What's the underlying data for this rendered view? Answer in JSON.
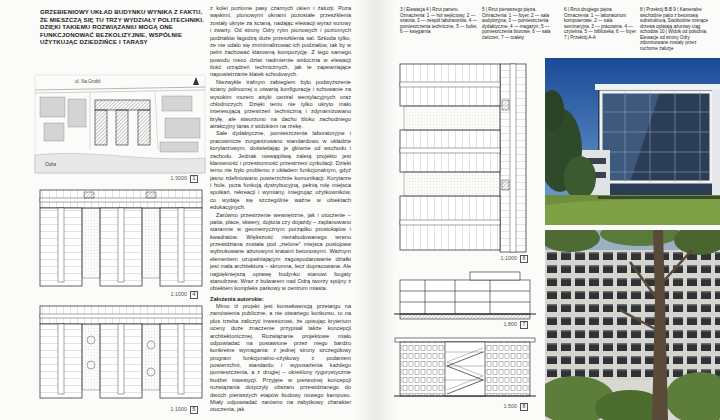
{
  "diagram": {
    "title": "GRZEBIENIOWY UKŁAD BUDYNKU WYNIKA Z FAKTU, ŻE MIESZCZĄ SIĘ TU TRZY WYDZIAŁY POLITECHNIKI. DZIĘKI TAKIEMU ROZWIĄZANIU MOGĄ ONE FUNKCJONOWAĆ BEZKOLIZYJNIE, WSPÓLNIE UŻYTKUJĄC DZIEDZIŃCE I TARASY",
    "labels": [
      "ul. Na Grobli",
      "Odra",
      "1:3000",
      "1",
      "1:1000",
      "4",
      "1:1000",
      "5",
      "z kolei poziome pasy czarnych okien i żaluzji. Poza wąskimi, pionowymi oknami pozostałe przeszklenia zostały ukryte za ścianą, nadając elewacji wyraz surowy i zwarty. Od strony Odry rytm pionowych i poziomych podziałów łagodzą duże przeszklenia sal. Szkoda tylko, że nie udało się zminimalizować ich podziałów, tak by w pełni zachować klarowną kompozycję. Z tego samego powodu nieco dziwi nadmiernie widoczna w elewacji ilość urządzeń technicznych, jak te zapewniające napowietrzanie klatek schodowych.",
      "Niezwykle trafnym zabiegiem było podwyższenie ściany północnej o otwartą konfigurację i schowanie za wysokim murem attyki central wentylacyjnych oraz chłodniczych. Dzięki temu nie tylko ukryto mało interesującą przestrzeń techniczną i zdynamizowano bryłę, ale stworzono na dachu bloku zachodniego atrakcyjny taras z widokiem na rzekę.",
      "Sale dydaktyczne, pomieszczenia laboratoryjne i pracownicze zorganizowano standardowo w układzie korytarzowym, doświetlając je głównie od wschodu i zachodu. Jednak niewątpliwą zaletą projektu jest klarowność i przestronność przestrzeni cyrkulacji. Dzięki temu nie było problemu z układem funkcjonalnym, gdyż jasno zdefiniowano powierzchnie komunikacji. Korytarze i hole, poza funkcją dystrybucyjną, pełnią rolę miejsca spotkań, rekreacji i wymiany, integrując użytkowników, co wydaje się szczególnie ważne w obiektach edukacyjnych.",
      "Zarówno przestrzenie wewnętrzne, jak i otoczenie – patia, place, skwery, dojścia czy dojazdy – zaplanowano starannie w geometrycznym porządku prostokątów i kwadratów. Większość niezabudowanego terenu przewidziana została pod „zielone” miejsca postojowe wybrukowane ażurowymi kratami betonowymi. Ważnym elementem uzupełniającym zagospodarowanie działki jest mała architektura – skromna, lecz dopracowana. Ale najpiękniejszą oprawę budynku stanowi bogaty starodrzew. Wraz z bulwarem nad Odrą tworzy spójny z obiektem kompleks parkowy w centrum miasta.",
      "Założenia autorskie:",
      "Mimo iż projekt jest konsekwencją przetargu na zamówienia publiczne, a nie otwartego konkursu, to na plus trzeba zaliczyć inwestorowi, że opisując kryterium oceny duże znaczenie przypisał także koncepcji architektonicznej. Rozwiązanie projektowe miało odpowiadać na postawione przez niego bardzo konkretne wymagania: z jednej strony szczegółowy program funkcjonalno-użytkowy z podaniem powierzchni, standardu i wyposażenia każdego pomieszczenia, a z drugiej – określony rygorystycznie budżet inwestycji. Przyjęte w pierwotnej koncepcji rozwiązania dotyczyły obszaru przewidzianego do dwóch pierwszych etapów budowy nowego kampusu. Miały odpowiadać zarówno na zabytkowy charakter otoczenia, jak",
      "3 | Elewacja 4 | Rzut parteru. Oznaczenia: 1 — hol wejściowy, 2 — szatnia, 3 — zespół laboratoriów, 4 — pomieszczenia techniczne, 5 — bufet, 6 — księgarnia",
      "5 | Rzut pierwszego piętra. Oznaczenia: 1 — foyer, 2 — sala audytoryjna, 3 — pomieszczenia dydaktyczne, 4 — magazyn, 5 — pomieszczenia biurowe, 6 — sala ćwiczeń, 7 — toalety",
      "6 | Rzut drugiego piętra. Oznaczenia: 1 — laboratorium komputerowe, 2 — sala seminaryjna, 3 — pracownie, 4 — czytelnia, 5 — biblioteka, 6 — foyer 7 | Przekrój A-A",
      "8 | Przekrój B-B 9 | Kameralne wschodnie patio z betonową substrukturą. Swobodnie rosnące drzewa oplatają ażurowy ciąg schodów 10 | Widok od południa. Elewacje od strony Odry zdominowane zostały przez ruchome żaluzje",
      "1:1000",
      "6",
      "1:800",
      "7",
      "1:500",
      "8"
    ]
  }
}
